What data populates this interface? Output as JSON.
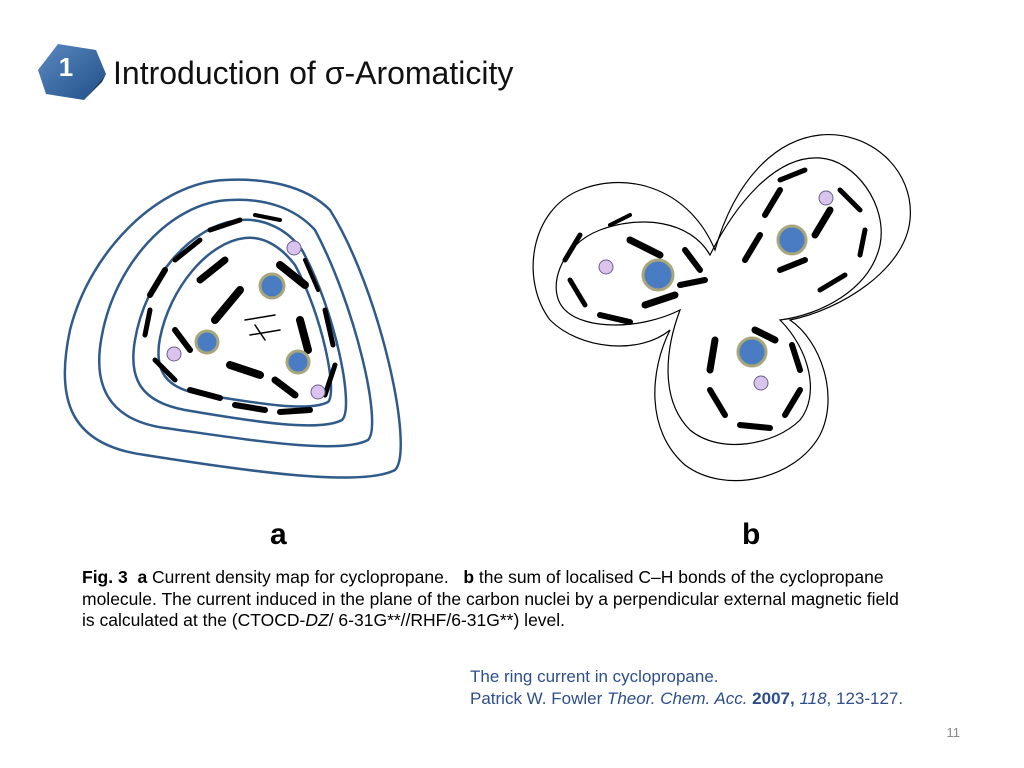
{
  "slide": {
    "badge_number": "1",
    "title": "Introduction of σ-Aromaticity",
    "page_number": "11"
  },
  "figure": {
    "label_a": "a",
    "label_b": "b"
  },
  "caption": {
    "fig": "Fig. 3",
    "a": "a",
    "a_text": " Current density map for cyclopropane.",
    "b": "b",
    "b_text": " the sum of localised C–H bonds of the cyclopropane molecule. The current induced in the plane of the carbon nuclei by a perpendicular external magnetic field is calculated at the (CTOCD-",
    "dz": "DZ",
    "tail": "/ 6-31G**//RHF/6-31G**) level."
  },
  "reference": {
    "line1": "The ring current in cyclopropane.",
    "author": "Patrick W. Fowler ",
    "journal": "Theor. Chem. Acc.",
    "year": "2007,",
    "volume": "118",
    "pages": ", 123-127."
  },
  "colors": {
    "contour_a": "#2f5a8a",
    "contour_b": "#000000",
    "carbon": "#4a7cc4",
    "hydrogen": "#d9c4ee"
  }
}
